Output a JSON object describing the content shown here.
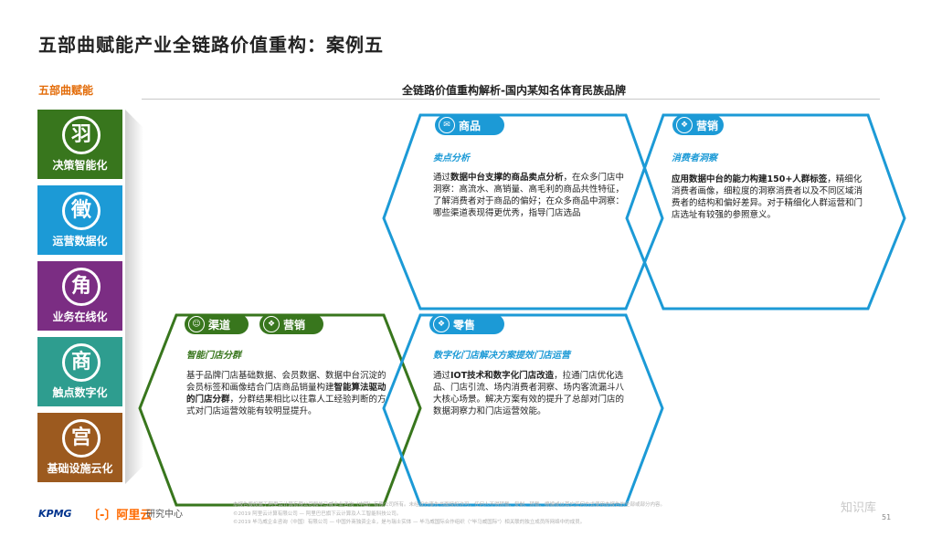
{
  "title": "五部曲赋能产业全链路价值重构：案例五",
  "left_header": "五部曲赋能",
  "center_header": "全链路价值重构解析-国内某知名体育民族品牌",
  "tiles": [
    {
      "glyph": "羽",
      "label": "决策智能化",
      "color": "#38761d"
    },
    {
      "glyph": "徵",
      "label": "运营数据化",
      "color": "#1c9ad6"
    },
    {
      "glyph": "角",
      "label": "业务在线化",
      "color": "#7b2d83"
    },
    {
      "glyph": "商",
      "label": "触点数字化",
      "color": "#2e9d8f"
    },
    {
      "glyph": "宫",
      "label": "基础设施云化",
      "color": "#9c5a1f"
    }
  ],
  "panels": {
    "goods": {
      "tag": "商品",
      "subtitle": "卖点分析",
      "body_html_parts": {
        "p1": "通过",
        "b1": "数据中台支撑的商品卖点分析",
        "p2": "，在众多门店中洞察：高流水、高销量、高毛利的商品共性特征，了解消费者对于商品的偏好；在众多商品中洞察：哪些渠道表现得更优秀，指导门店选品"
      }
    },
    "marketing_top": {
      "tag": "营销",
      "subtitle": "消费者洞察",
      "body_html_parts": {
        "b1": "应用数据中台的能力构建150+人群标签",
        "p1": "，精细化消费者画像，细粒度的洞察消费者以及不同区域消费者的结构和偏好差异。对于精细化人群运营和门店选址有较强的参照意义。"
      }
    },
    "channel": {
      "tag1": "渠道",
      "tag2": "营销",
      "subtitle": "智能门店分群",
      "body_html_parts": {
        "p1": "基于品牌门店基础数据、会员数据、数据中台沉淀的会员标签和画像结合门店商品销量构建",
        "b1": "智能算法驱动的门店分群",
        "p2": "，分群结果相比以往靠人工经验判断的方式对门店运营效能有较明显提升。"
      }
    },
    "retail": {
      "tag": "零售",
      "subtitle": "数字化门店解决方案提效门店运营",
      "body_html_parts": {
        "p1": "通过",
        "b1": "IOT技术和数字化门店改造",
        "p2": "，拉通门店优化选品、门店引流、场内消费者洞察、场内客流漏斗八大核心场景。解决方案有效的提升了总部对门店的数据洞察力和门店运营效能。"
      }
    }
  },
  "footer": [
    "本报告版权属于阿里云计算有限公司和毕马威企业咨询（中国）有限公司所有。未经双方事先书面授权许可，任何人不得转载、复制、转载、摘编或以其它任何方式使用本报告的全部或部分内容。",
    "©2019 阿里云计算有限公司 — 阿里巴巴旗下云计算及人工智能科技公司。",
    "©2019 毕马威企业咨询（中国）有限公司 — 中国外商独资企业，是与瑞士实体 — 毕马威国际合作组织（\"毕马威国际\"）相关联的独立成员所网络中的成员。"
  ],
  "logos": {
    "kpmg": "KPMG",
    "aliyun": "〔-〕阿里云",
    "research": "研究中心"
  },
  "watermark": "知识库",
  "page_number": "51",
  "colors": {
    "accent_blue": "#1c9ad6",
    "accent_green": "#38761d",
    "accent_orange": "#e36c09"
  }
}
